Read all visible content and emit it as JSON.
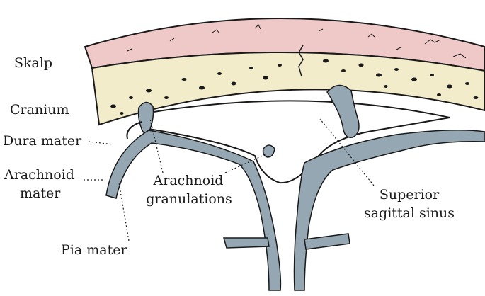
{
  "labels": {
    "skalp": "Skalp",
    "cranium": "Cranium",
    "dura_mater": "Dura mater",
    "arachnoid_mater_1": "Arachnoid",
    "arachnoid_mater_2": "mater",
    "arachnoid_granulations_1": "Arachnoid",
    "arachnoid_granulations_2": "granulations",
    "superior_sagittal_sinus_1": "Superior",
    "superior_sagittal_sinus_2": "sagittal sinus",
    "pia_mater": "Pia mater"
  },
  "colors": {
    "scalp": "#efc9c7",
    "bone": "#f3eccb",
    "membrane": "#94a7b2",
    "outline": "#1a1a1a"
  }
}
